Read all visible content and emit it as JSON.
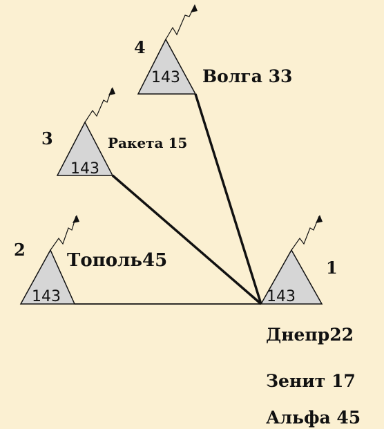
{
  "stations": [
    {
      "id": "1",
      "code": "143",
      "name": "Днепр22"
    },
    {
      "id": "2",
      "code": "143",
      "name": "Тополь45"
    },
    {
      "id": "3",
      "code": "143",
      "name": "Ракета 15"
    },
    {
      "id": "4",
      "code": "143",
      "name": "Волга 33"
    }
  ],
  "extra_labels": [
    "Зенит 17",
    "Альфа 45"
  ]
}
